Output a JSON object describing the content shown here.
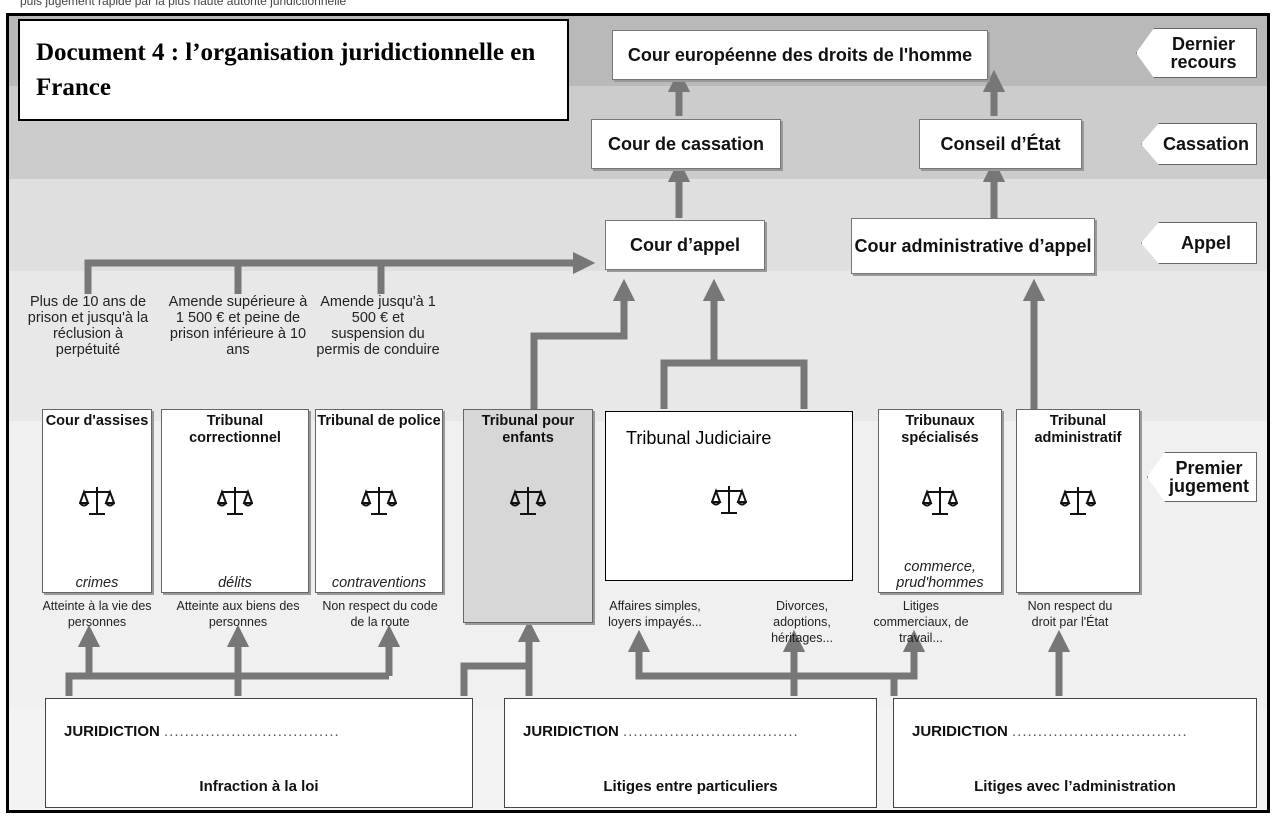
{
  "top_strip": "puis jugement rapide par la plus haute autorité juridictionnelle",
  "title": "Document 4 : l’organisation juridictionnelle en France",
  "levels": {
    "dernier": "Dernier recours",
    "cassation": "Cassation",
    "appel": "Appel",
    "premier": "Premier jugement"
  },
  "upper_courts": {
    "cedh": "Cour européenne des droits de l'homme",
    "cassation": "Cour de cassation",
    "conseil": "Conseil d’État",
    "appel": "Cour d’appel",
    "caa": "Cour administrative d’appel"
  },
  "penalties": {
    "assises": "Plus de 10 ans de prison et jusqu'à la réclusion à perpétuité",
    "correctionnel": "Amende supérieure à 1 500 € et peine de prison inférieure à 10 ans",
    "police": "Amende jusqu'à 1 500 € et suspension du permis de conduire"
  },
  "courts": {
    "assises": {
      "name": "Cour d'assises",
      "kind": "crimes",
      "desc": "Atteinte à la vie des personnes"
    },
    "correctionnel": {
      "name": "Tribunal correctionnel",
      "kind": "délits",
      "desc": "Atteinte aux biens des personnes"
    },
    "police": {
      "name": "Tribunal de police",
      "kind": "contraventions",
      "desc": "Non respect du code de la route"
    },
    "enfants": {
      "name": "Tribunal pour enfants"
    },
    "judiciaire": {
      "name": "Tribunal Judiciaire",
      "desc_a": "Affaires simples, loyers impayés...",
      "desc_b": "Divorces, adoptions, héritages..."
    },
    "specialises": {
      "name": "Tribunaux spécialisés",
      "kind": "commerce, prud'hommes",
      "desc": "Litiges commerciaux, de travail..."
    },
    "administratif": {
      "name": "Tribunal administratif",
      "desc": "Non respect du droit par l'État"
    }
  },
  "jurisdictions": {
    "label": "JURIDICTION",
    "dots": "..................................",
    "infraction": "Infraction à la loi",
    "particuliers": "Litiges entre particuliers",
    "administration": "Litiges avec l’administration"
  }
}
